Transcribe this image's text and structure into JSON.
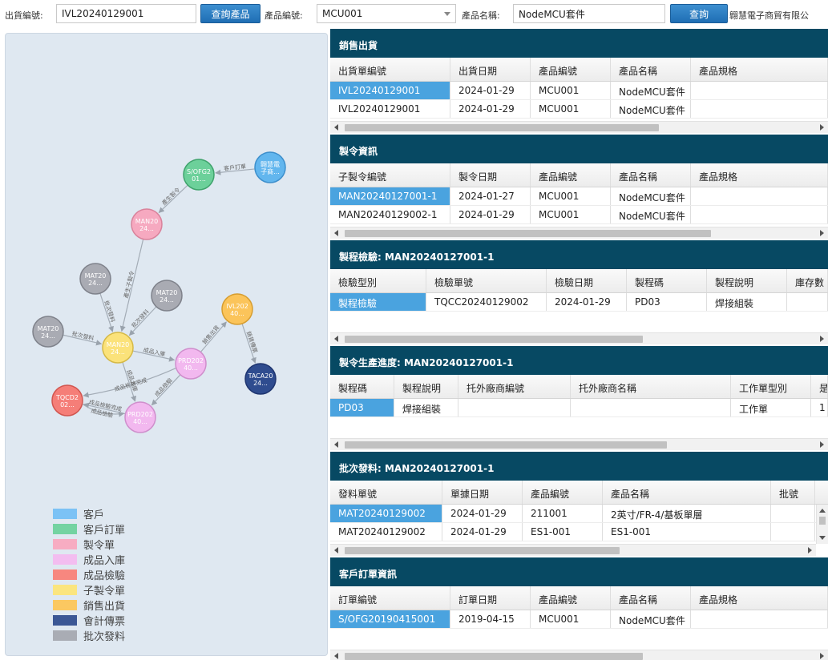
{
  "toolbar": {
    "shipment_label": "出貨編號:",
    "shipment_value": "IVL20240129001",
    "query_product_button": "查詢產品",
    "product_code_label": "產品編號:",
    "product_code_value": "MCU001",
    "product_name_label": "產品名稱:",
    "product_name_value": "NodeMCU套件",
    "query_button": "查詢",
    "company_name": "翺慧電子商貿有限公"
  },
  "graph": {
    "nodes": [
      {
        "id": "customer",
        "line1": "翺慧電",
        "line2": "子商...",
        "color": "#62b6ee",
        "stroke": "#3d8fcc"
      },
      {
        "id": "sofg",
        "line1": "S/OFG2",
        "line2": "01...",
        "color": "#6cd09a",
        "stroke": "#3fa36c"
      },
      {
        "id": "man_top",
        "line1": "MAN20",
        "line2": "24...",
        "color": "#f6a9c0",
        "stroke": "#d9829b"
      },
      {
        "id": "mat_a",
        "line1": "MAT20",
        "line2": "24...",
        "color": "#a9abb3",
        "stroke": "#7f828b"
      },
      {
        "id": "mat_b",
        "line1": "MAT20",
        "line2": "24...",
        "color": "#a9abb3",
        "stroke": "#7f828b"
      },
      {
        "id": "mat_c",
        "line1": "MAT20",
        "line2": "24...",
        "color": "#a9abb3",
        "stroke": "#7f828b"
      },
      {
        "id": "man_sub",
        "line1": "MAN20",
        "line2": "24...",
        "color": "#fbe27a",
        "stroke": "#d5b946"
      },
      {
        "id": "ivl",
        "line1": "IVL202",
        "line2": "40...",
        "color": "#fbc45a",
        "stroke": "#d69d30"
      },
      {
        "id": "prd1",
        "line1": "PRD202",
        "line2": "40...",
        "color": "#f2b8ef",
        "stroke": "#cf8ecc"
      },
      {
        "id": "taca",
        "line1": "TACA20",
        "line2": "24...",
        "color": "#2f4c8f",
        "stroke": "#1f3570"
      },
      {
        "id": "tqc",
        "line1": "TQCD2",
        "line2": "02...",
        "color": "#f57e78",
        "stroke": "#d1554f"
      },
      {
        "id": "prd2",
        "line1": "PRD202",
        "line2": "40...",
        "color": "#f2b8ef",
        "stroke": "#cf8ecc"
      }
    ],
    "edges": [
      {
        "from": "customer",
        "to": "sofg",
        "label": "客戶訂單"
      },
      {
        "from": "sofg",
        "to": "man_top",
        "label": "產生製令"
      },
      {
        "from": "man_top",
        "to": "man_sub",
        "label": "產生子製令"
      },
      {
        "from": "mat_a",
        "to": "man_sub",
        "label": "批次發料"
      },
      {
        "from": "mat_b",
        "to": "man_sub",
        "label": "批次發料"
      },
      {
        "from": "mat_c",
        "to": "man_sub",
        "label": "批次發料"
      },
      {
        "from": "man_sub",
        "to": "prd1",
        "label": "成品入庫"
      },
      {
        "from": "prd1",
        "to": "ivl",
        "label": "銷售出貨"
      },
      {
        "from": "ivl",
        "to": "taca",
        "label": "銷貨傳票"
      },
      {
        "from": "prd1",
        "to": "tqc",
        "label": "成品檢驗完成"
      },
      {
        "from": "man_sub",
        "to": "prd2",
        "label": "成品入庫"
      },
      {
        "from": "prd1",
        "to": "prd2",
        "label": "成品檢驗"
      },
      {
        "from": "prd2",
        "to": "tqc",
        "label": "成品檢驗完成"
      },
      {
        "from": "tqc",
        "to": "prd2",
        "label": "成品檢驗"
      }
    ],
    "legend": [
      {
        "label": "客戶",
        "color": "#7cc2f5"
      },
      {
        "label": "客戶訂單",
        "color": "#74d3a2"
      },
      {
        "label": "製令單",
        "color": "#f7acc2"
      },
      {
        "label": "成品入庫",
        "color": "#f3bdf0"
      },
      {
        "label": "成品檢驗",
        "color": "#f7877f"
      },
      {
        "label": "子製令單",
        "color": "#fbe57f"
      },
      {
        "label": "銷售出貨",
        "color": "#fbc861"
      },
      {
        "label": "會計傳票",
        "color": "#3b5795"
      },
      {
        "label": "批次發料",
        "color": "#a9acb4"
      }
    ]
  },
  "sections": [
    {
      "title": "銷售出貨",
      "columns": [
        "出貨單編號",
        "出貨日期",
        "產品編號",
        "產品名稱",
        "產品規格"
      ],
      "rows": [
        [
          "IVL20240129001",
          "2024-01-29",
          "MCU001",
          "NodeMCU套件",
          ""
        ],
        [
          "IVL20240129001",
          "2024-01-29",
          "MCU001",
          "NodeMCU套件",
          ""
        ]
      ]
    },
    {
      "title": "製令資訊",
      "columns": [
        "子製令編號",
        "製令日期",
        "產品編號",
        "產品名稱",
        "產品規格"
      ],
      "rows": [
        [
          "MAN20240127001-1",
          "2024-01-27",
          "MCU001",
          "NodeMCU套件",
          ""
        ],
        [
          "MAN20240129002-1",
          "2024-01-29",
          "MCU001",
          "NodeMCU套件",
          ""
        ]
      ]
    },
    {
      "title": "製程檢驗: MAN20240127001-1",
      "columns": [
        "檢驗型別",
        "檢驗單號",
        "檢驗日期",
        "製程碼",
        "製程說明",
        "庫存數"
      ],
      "rows": [
        [
          "製程檢驗",
          "TQCC20240129002",
          "2024-01-29",
          "PD03",
          "焊接組裝",
          ""
        ]
      ]
    },
    {
      "title": "製令生產進度: MAN20240127001-1",
      "columns": [
        "製程碼",
        "製程說明",
        "托外廠商編號",
        "托外廠商名稱",
        "工作單型別",
        "是"
      ],
      "rows": [
        [
          "PD03",
          "焊接組裝",
          "",
          "",
          "工作單",
          "1"
        ]
      ]
    },
    {
      "title": "批次發料: MAN20240127001-1",
      "columns": [
        "發料單號",
        "單據日期",
        "產品編號",
        "產品名稱",
        "批號"
      ],
      "rows": [
        [
          "MAT20240129002",
          "2024-01-29",
          "211001",
          "2英寸/FR-4/基板單層",
          ""
        ],
        [
          "MAT20240129002",
          "2024-01-29",
          "ES1-001",
          "ES1-001",
          ""
        ]
      ]
    },
    {
      "title": "客戶訂單資訊",
      "columns": [
        "訂單編號",
        "訂單日期",
        "產品編號",
        "產品名稱",
        "產品規格"
      ],
      "rows": [
        [
          "S/OFG20190415001",
          "2019-04-15",
          "MCU001",
          "NodeMCU套件",
          ""
        ]
      ]
    }
  ]
}
